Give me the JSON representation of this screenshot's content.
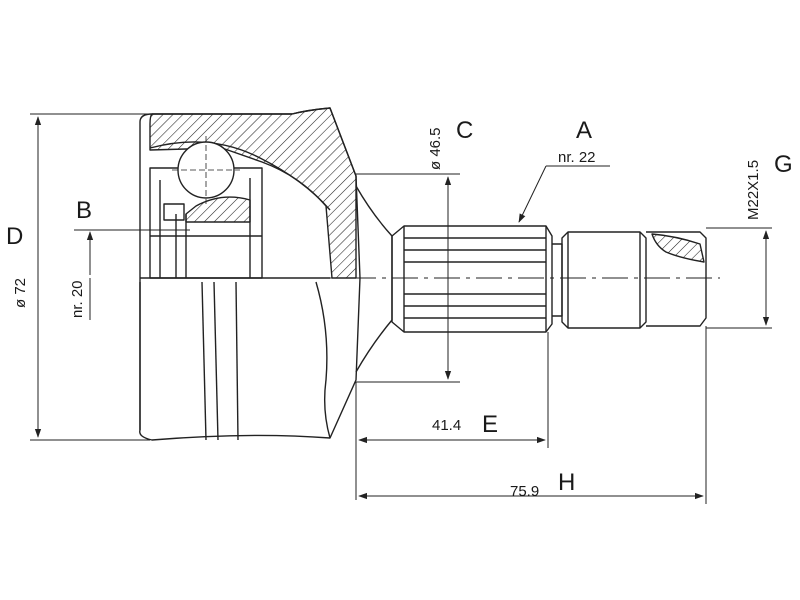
{
  "labels": {
    "A": "A",
    "A_value": "nr. 22",
    "B": "B",
    "B_value": "nr. 20",
    "C": "C",
    "C_value": "ø 46.5",
    "D": "D",
    "D_value": "ø 72",
    "E": "E",
    "E_value": "41.4",
    "G": "G",
    "G_value": "M22X1.5",
    "H": "H",
    "H_value": "75.9"
  }
}
